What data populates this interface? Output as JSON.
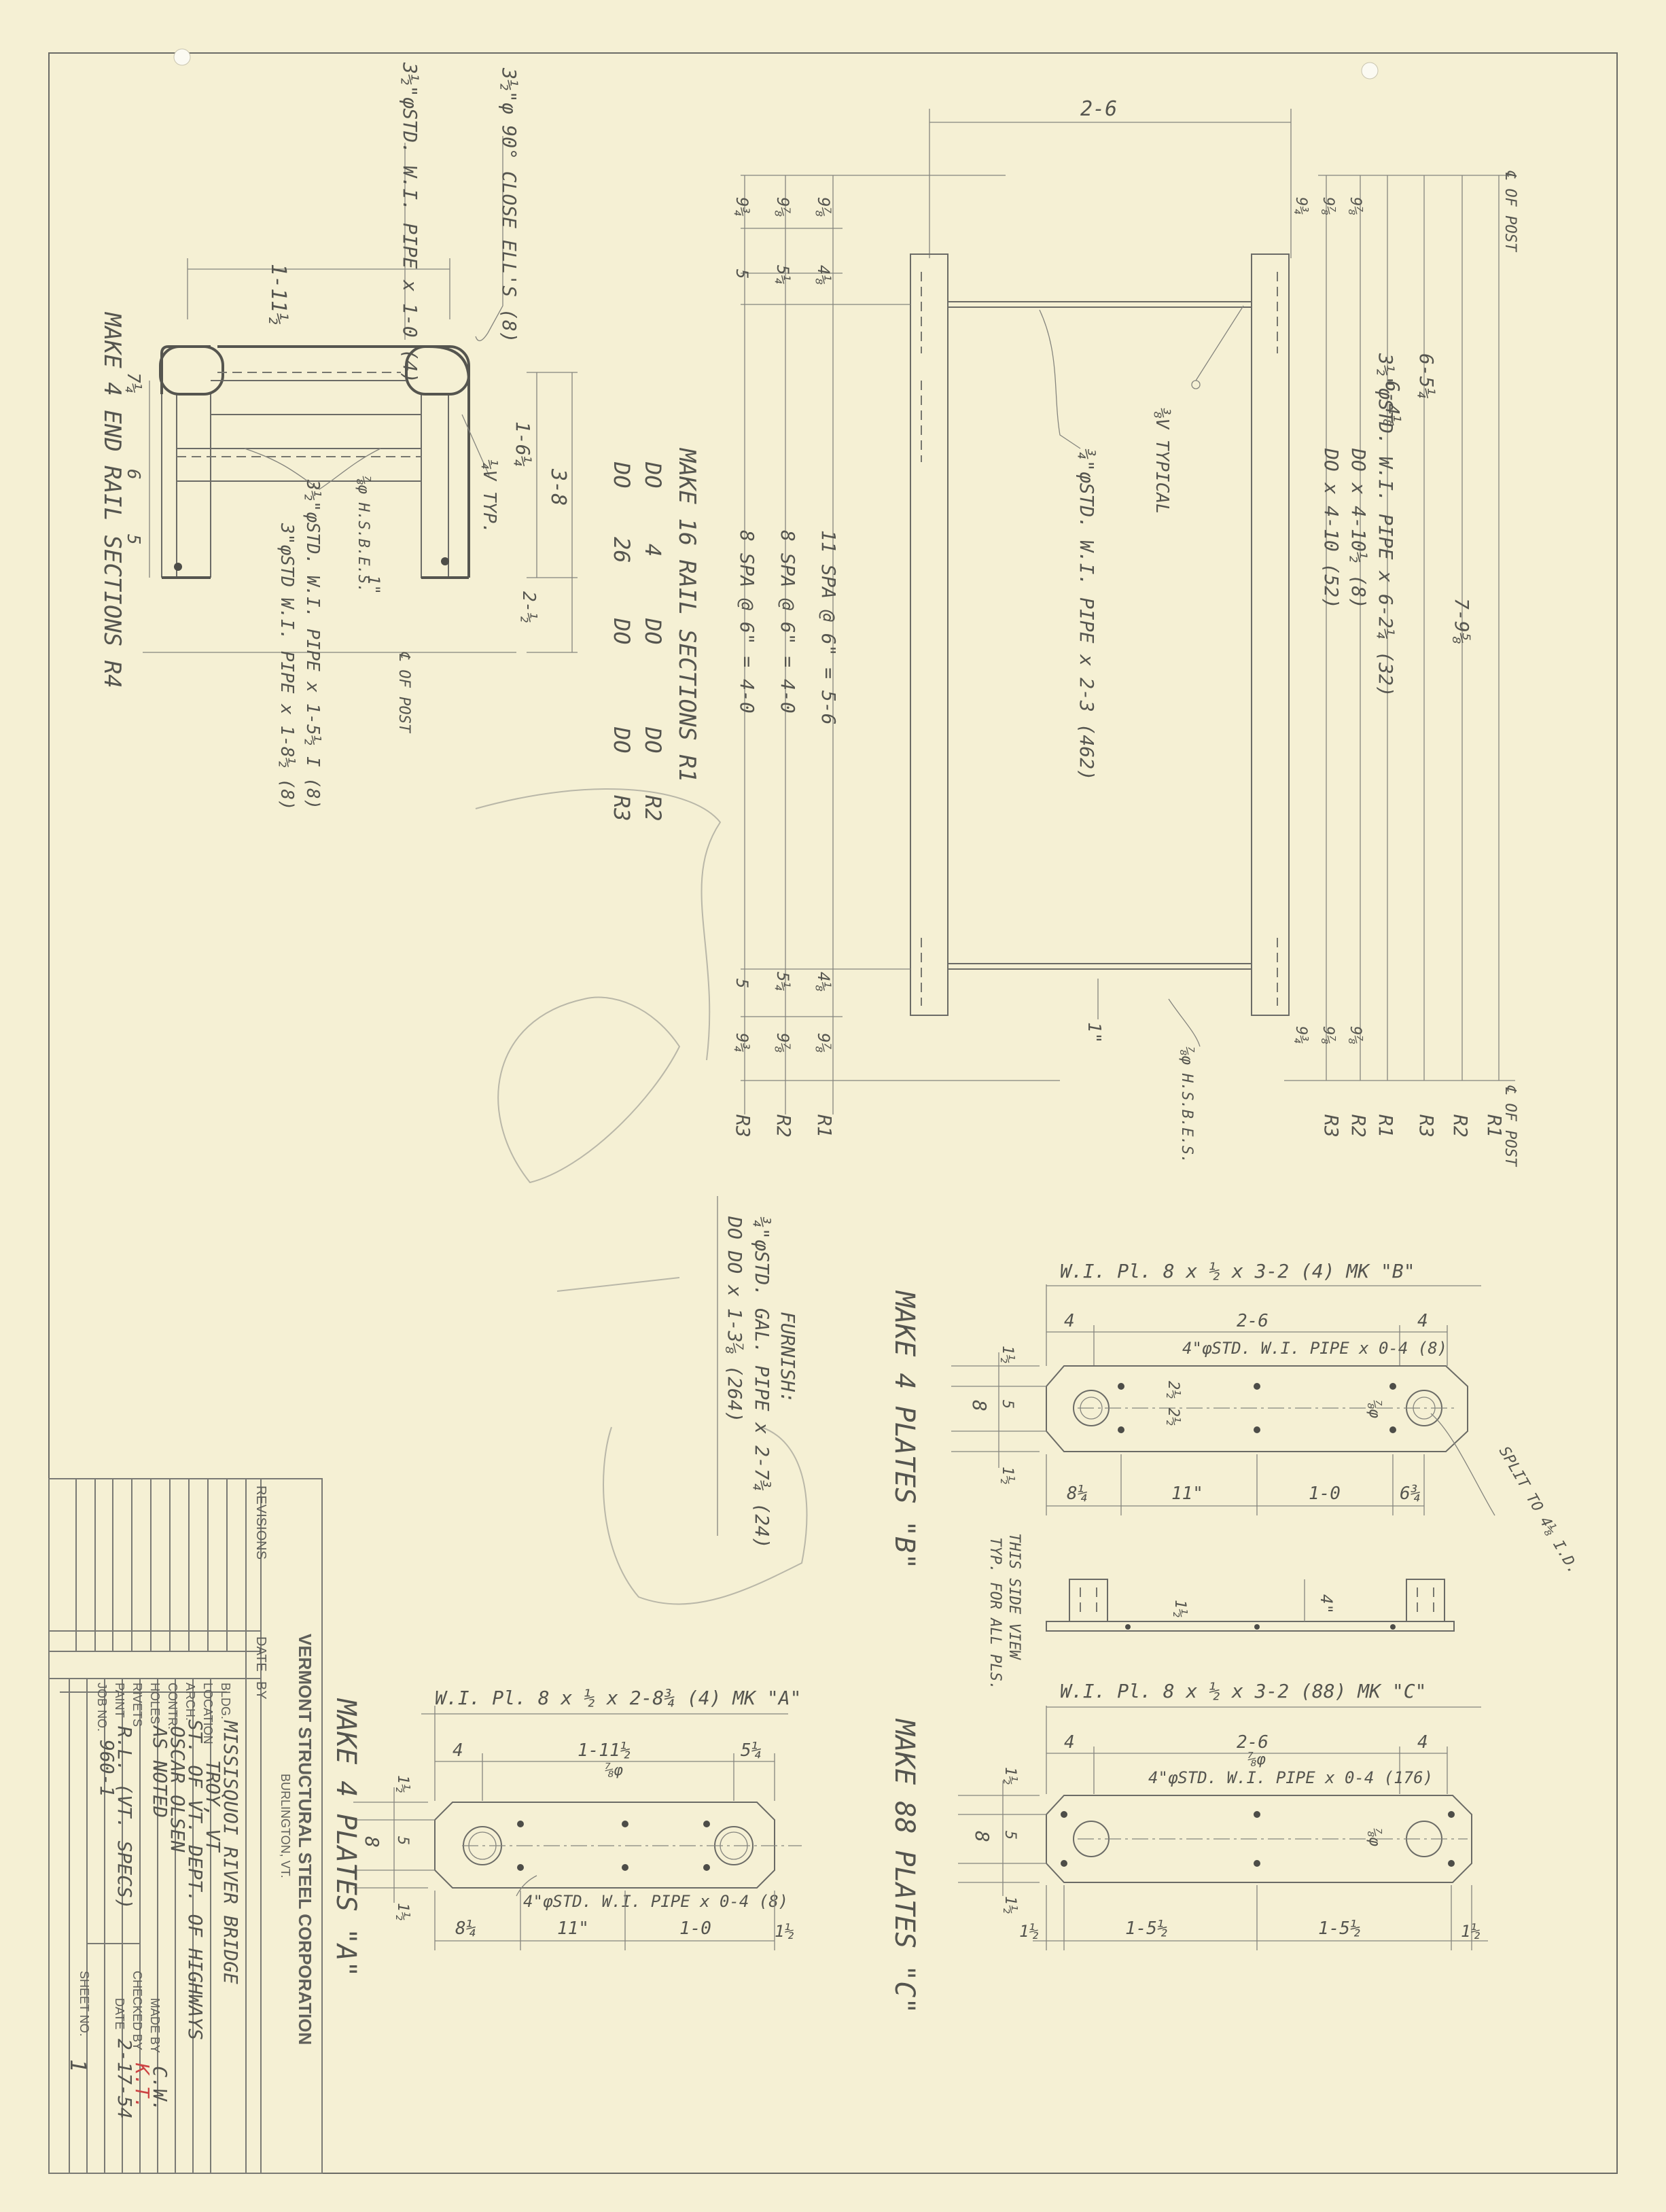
{
  "end_rail": {
    "width_dim": "1-11½",
    "close_ell_note": "3½\"φ 90° CLOSE ELL'S (8)",
    "top_pipe_note": "3½\"φSTD. W.I. PIPE x 1-0 (4)",
    "weld_note": "¼V TYP.",
    "height_dim": "1-6¼",
    "total_dim": "3-8",
    "bottom_dim": "2-½",
    "left_dims": [
      "7¼",
      "6",
      "5"
    ],
    "bolt_note": "⅞φ H.S.B.E.S.",
    "dim_1": "1\"",
    "post_note": "℄ OF POST",
    "pipe_note_1": "3½\"φSTD. W.I. PIPE x 1-5½ I (8)",
    "pipe_note_2": "3\"φSTD W.I. PIPE x 1-8½ (8)",
    "make_note": "MAKE 4 END RAIL SECTIONS R4"
  },
  "rail_sections": {
    "title": "MAKE 16 RAIL SECTIONS R1",
    "rows": [
      [
        "DO",
        "4",
        "DO",
        "DO",
        "R2"
      ],
      [
        "DO",
        "26",
        "DO",
        "DO",
        "R3"
      ]
    ]
  },
  "elevation": {
    "top_dim": "2-6",
    "left_col_a": [
      "9⅞",
      "4⅛"
    ],
    "left_col_b": [
      "9⅞",
      "5¼"
    ],
    "left_col_c": [
      "9¾",
      "5"
    ],
    "spacing_notes": [
      "11 SPA @ 6\" = 5-6",
      "8 SPA @ 6\" = 4-0",
      "8 SPA @ 6\" = 4-0"
    ],
    "left_bottom": [
      "R1",
      "R2",
      "R3"
    ],
    "right_dims": [
      "9⅞",
      "9⅞",
      "9¾"
    ],
    "post_label": "℄ OF POST",
    "length_dims": [
      "7-9⅝",
      "6-5¼",
      "6-4⅛"
    ],
    "pipe_notes": [
      "3½\"φSTD. W.I. PIPE x 6-2¼ (32)",
      "DO  x 4-10½ (8)",
      "DO  x 4-10 (52)"
    ],
    "weld_typ": "⅜V TYPICAL",
    "bar_note": "¾\"φSTD. W.I. PIPE x 2-3 (462)",
    "bottom_dims": [
      "4⅛",
      "5¼",
      "5"
    ],
    "bottom_dim_1": "1\"",
    "bolt_note": "⅞φ H.S.B.E.S.",
    "right_bottom": [
      "R1",
      "R2",
      "R3"
    ],
    "right_bottom_cols": [
      "9⅞",
      "9⅞",
      "9¾"
    ]
  },
  "furnish": {
    "title": "FURNISH:",
    "line1": "¾\"φSTD. GAL. PIPE x 2-7¾ (24)",
    "line2": "DO  DO x 1-3⅞ (264)"
  },
  "plate_b": {
    "title": "W.I. Pl. 8 x ½ x 3-2 (4) MK \"B\"",
    "dims_top": [
      "4",
      "2-6",
      "4"
    ],
    "pipe_note": "4\"φSTD. W.I. PIPE x 0-4 (8)",
    "width": "8",
    "side_dims": [
      "1½",
      "5",
      "1½"
    ],
    "inner": "2½ 2½",
    "hole": "⅞φ",
    "bottom_dims": [
      "8¼",
      "11\"",
      "1-0",
      "6¾"
    ],
    "split_note": "SPLIT TO 4⅛ I.D.",
    "make_note": "MAKE 4 PLATES \"B\""
  },
  "side_view": {
    "note_1": "THIS SIDE VIEW",
    "note_2": "TYP. FOR ALL PLS.",
    "dim_a": "1½",
    "dim_b": "4\""
  },
  "plate_c": {
    "title": "W.I. Pl. 8 x ½ x 3-2 (88) MK \"C\"",
    "dims_top": [
      "4",
      "2-6",
      "4"
    ],
    "hole": "⅞φ",
    "pipe_note": "4\"φSTD. W.I. PIPE x 0-4 (176)",
    "width": "8",
    "side_dims": [
      "1½",
      "5",
      "1½"
    ],
    "bottom_dims": [
      "1½",
      "1-5½",
      "1-5½",
      "1½"
    ],
    "make_note": "MAKE 88 PLATES \"C\""
  },
  "plate_a": {
    "title": "W.I. Pl. 8 x ½ x 2-8¾ (4) MK \"A\"",
    "dims_top": [
      "4",
      "1-11½",
      "5¼"
    ],
    "hole": "⅞φ",
    "pipe_note": "4\"φSTD. W.I. PIPE x 0-4 (8)",
    "width": "8",
    "side_dims": [
      "1½",
      "5",
      "1½"
    ],
    "bottom_dims": [
      "8¼",
      "11\"",
      "1-0",
      "1½"
    ],
    "make_note": "MAKE 4 PLATES \"A\""
  },
  "title_block": {
    "revisions": "REVISIONS",
    "date_col": "DATE",
    "by_col": "BY",
    "company": "VERMONT STRUCTURAL STEEL CORPORATION",
    "city": "BURLINGTON, VT.",
    "bldg_label": "BLDG.",
    "bldg": "MISSISQUOI RIVER BRIDGE",
    "location_label": "LOCATION",
    "location": "TROY, VT",
    "arch_label": "ARCH.",
    "arch": "ST. OF VT. DEPT. OF HIGHWAYS",
    "contr_label": "CONTR.",
    "contr": "OSCAR OLSEN",
    "holes_label": "HOLES",
    "holes": "AS NOTED",
    "rivets_label": "RIVETS",
    "paint_label": "PAINT",
    "paint": "R.L. (VT. SPECS)",
    "made_by_label": "MADE BY",
    "made_by": "C.W.",
    "checked_by_label": "CHECKED BY",
    "checked_by": "K.T.",
    "date_label": "DATE",
    "date": "2-17-54",
    "job_label": "JOB NO.",
    "job": "960-1",
    "sheet_label": "SHEET NO.",
    "sheet": "1"
  }
}
